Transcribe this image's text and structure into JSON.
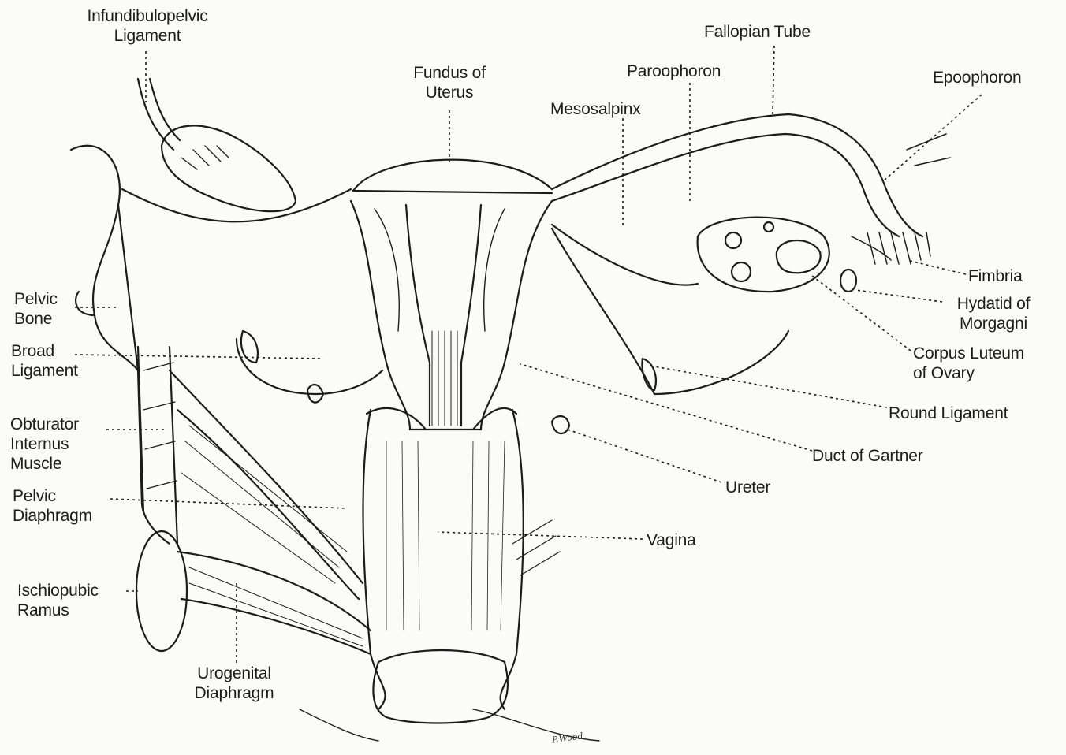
{
  "colors": {
    "ink": "#1c1c1c",
    "paper": "#fbfbfa"
  },
  "labels": {
    "infundibulopelvic_ligament": [
      "Infundibulopelvic",
      "Ligament"
    ],
    "fallopian_tube": "Fallopian Tube",
    "fundus_of_uterus": [
      "Fundus of",
      "Uterus"
    ],
    "paroophoron": "Paroophoron",
    "epoophoron": "Epoophoron",
    "mesosalpinx": "Mesosalpinx",
    "pelvic_bone": [
      "Pelvic",
      "Bone"
    ],
    "broad_ligament": [
      "Broad",
      "Ligament"
    ],
    "fimbria": "Fimbria",
    "hydatid_of_morgagni": [
      "Hydatid of",
      "Morgagni"
    ],
    "corpus_luteum_of_ovary": [
      "Corpus Luteum",
      "of Ovary"
    ],
    "obturator_internus_muscle": [
      "Obturator",
      "Internus",
      "Muscle"
    ],
    "round_ligament": "Round Ligament",
    "duct_of_gartner": "Duct of Gartner",
    "pelvic_diaphragm": [
      "Pelvic",
      "Diaphragm"
    ],
    "ureter": "Ureter",
    "vagina": "Vagina",
    "ischiopubic_ramus": [
      "Ischiopubic",
      "Ramus"
    ],
    "urogenital_diaphragm": [
      "Urogenital",
      "Diaphragm"
    ]
  },
  "signature": "P.Wood"
}
